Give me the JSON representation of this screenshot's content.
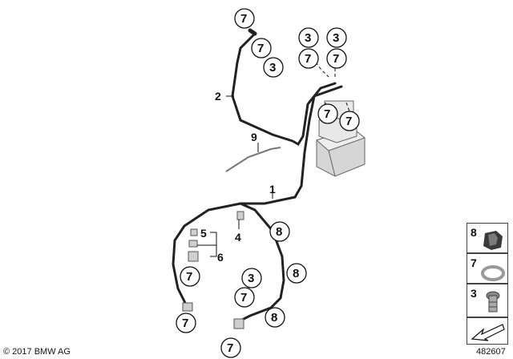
{
  "diagram": {
    "part_numbers": [
      "1",
      "2",
      "4",
      "5",
      "6",
      "9"
    ],
    "callout_values": [
      "7",
      "7",
      "3",
      "3",
      "3",
      "7",
      "7",
      "7",
      "7",
      "8",
      "8",
      "8",
      "7",
      "3",
      "7",
      "7",
      "7"
    ],
    "legend": [
      {
        "label": "8",
        "icon": "rubber-grommet-icon"
      },
      {
        "label": "7",
        "icon": "sealing-ring-icon"
      },
      {
        "label": "3",
        "icon": "banjo-bolt-icon"
      },
      {
        "label": "",
        "icon": "arrow-direction-icon"
      }
    ],
    "copyright": "© 2017 BMW AG",
    "figure_id": "482607"
  }
}
